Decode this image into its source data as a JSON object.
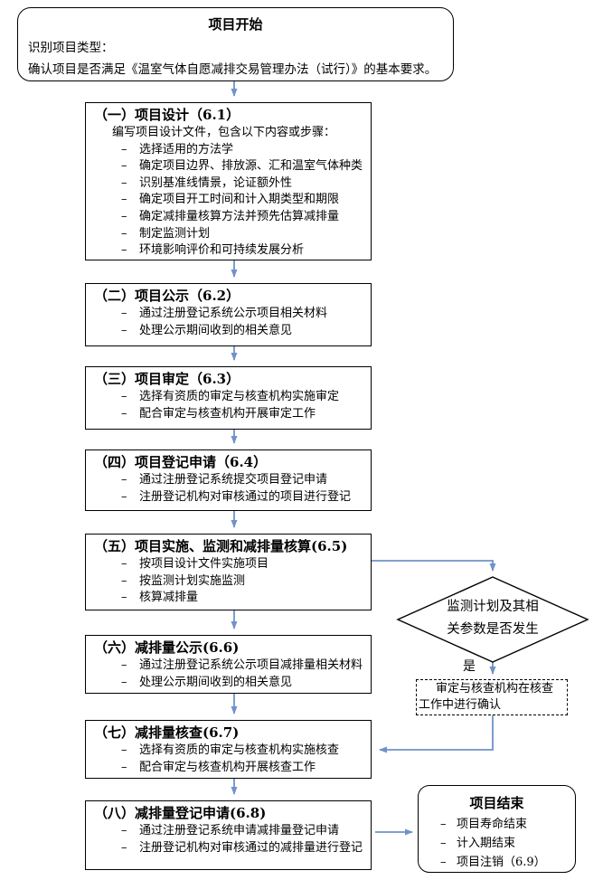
{
  "dash": "–",
  "colors": {
    "connector": "#7092c8",
    "border": "#000000",
    "background": "#ffffff"
  },
  "start": {
    "title": "项目开始",
    "lines": [
      "识别项目类型：",
      "确认项目是否满足《温室气体自愿减排交易管理办法（试行）》的基本要求。"
    ]
  },
  "steps": [
    {
      "title": "（一）项目设计（6.1）",
      "intro": "编写项目设计文件，包含以下内容或步骤：",
      "items": [
        "选择适用的方法学",
        "确定项目边界、排放源、汇和温室气体种类",
        "识别基准线情景，论证额外性",
        "确定项目开工时间和计入期类型和期限",
        "确定减排量核算方法并预先估算减排量",
        "制定监测计划",
        "环境影响评价和可持续发展分析"
      ]
    },
    {
      "title": "（二）项目公示（6.2）",
      "items": [
        "通过注册登记系统公示项目相关材料",
        "处理公示期间收到的相关意见"
      ]
    },
    {
      "title": "（三）项目审定（6.3）",
      "items": [
        "选择有资质的审定与核查机构实施审定",
        "配合审定与核查机构开展审定工作"
      ]
    },
    {
      "title": "（四）项目登记申请（6.4）",
      "items": [
        "通过注册登记系统提交项目登记申请",
        "注册登记机构对审核通过的项目进行登记"
      ]
    },
    {
      "title": "（五）项目实施、监测和减排量核算(6.5)",
      "items": [
        "按项目设计文件实施项目",
        "按监测计划实施监测",
        "核算减排量"
      ]
    },
    {
      "title": "（六）减排量公示(6.6)",
      "items": [
        "通过注册登记系统公示项目减排量相关材料",
        "处理公示期间收到的相关意见"
      ]
    },
    {
      "title": "（七）减排量核查(6.7)",
      "items": [
        "选择有资质的审定与核查机构实施核查",
        "配合审定与核查机构开展核查工作"
      ]
    },
    {
      "title": "（八）减排量登记申请(6.8)",
      "items": [
        "通过注册登记系统申请减排量登记申请",
        "注册登记机构对审核通过的减排量进行登记"
      ]
    }
  ],
  "decision": {
    "lines": [
      "监测计划及其相",
      "关参数是否发生"
    ],
    "yes_label": "是"
  },
  "note": {
    "lines": [
      "审定与核查机构在核查",
      "工作中进行确认"
    ]
  },
  "end": {
    "title": "项目结束",
    "items": [
      "项目寿命结束",
      "计入期结束",
      "项目注销（6.9）"
    ]
  }
}
